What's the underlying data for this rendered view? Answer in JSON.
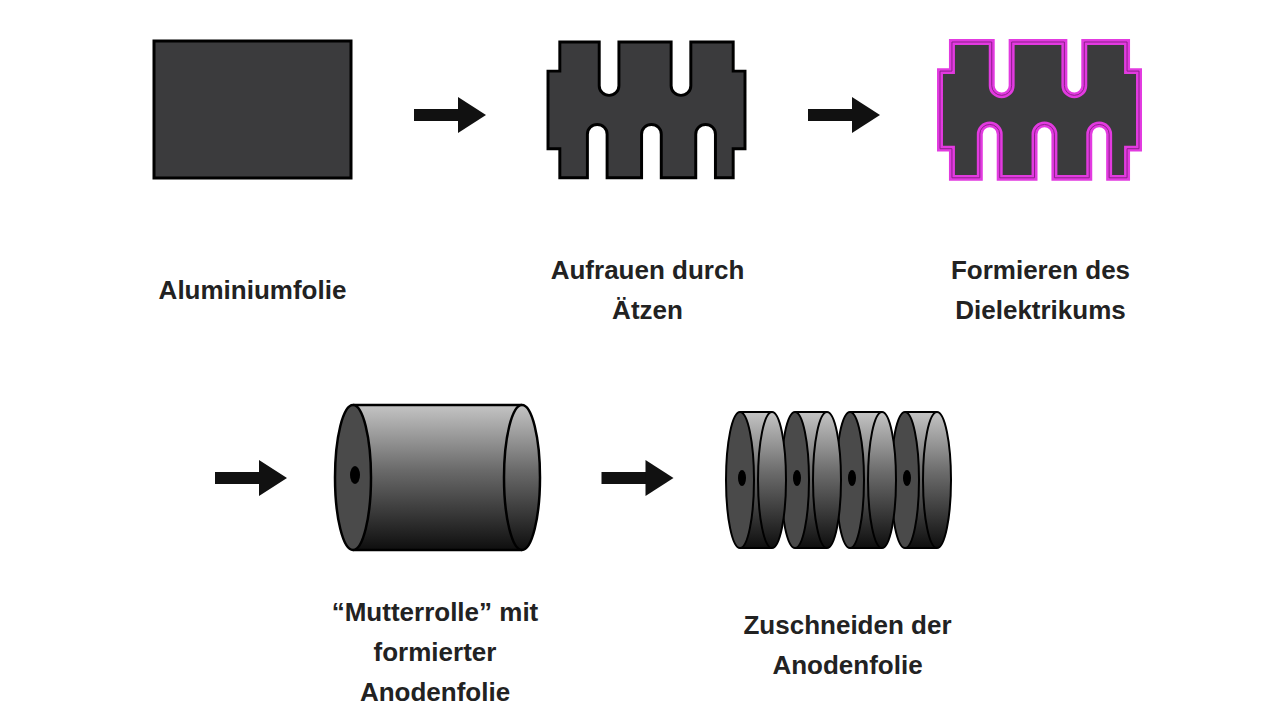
{
  "diagram": {
    "nodes": [
      {
        "text": [
          "Aluminiumfolie"
        ]
      },
      {
        "text": [
          "Aufrauen durch Ätzen"
        ]
      },
      {
        "text": [
          "Formieren des Dielektrikums"
        ]
      },
      {
        "text": [
          "“Mutterrolle” mit formierter Anodenfolie"
        ]
      },
      {
        "text": [
          "Zuschneiden der Anodenfolie"
        ]
      }
    ],
    "edges": [
      {
        "from": 0,
        "to": 1,
        "arrow": "to"
      },
      {
        "from": 1,
        "to": 2,
        "arrow": "to"
      },
      {
        "from": 3,
        "to": 4,
        "arrow": "to"
      }
    ]
  }
}
